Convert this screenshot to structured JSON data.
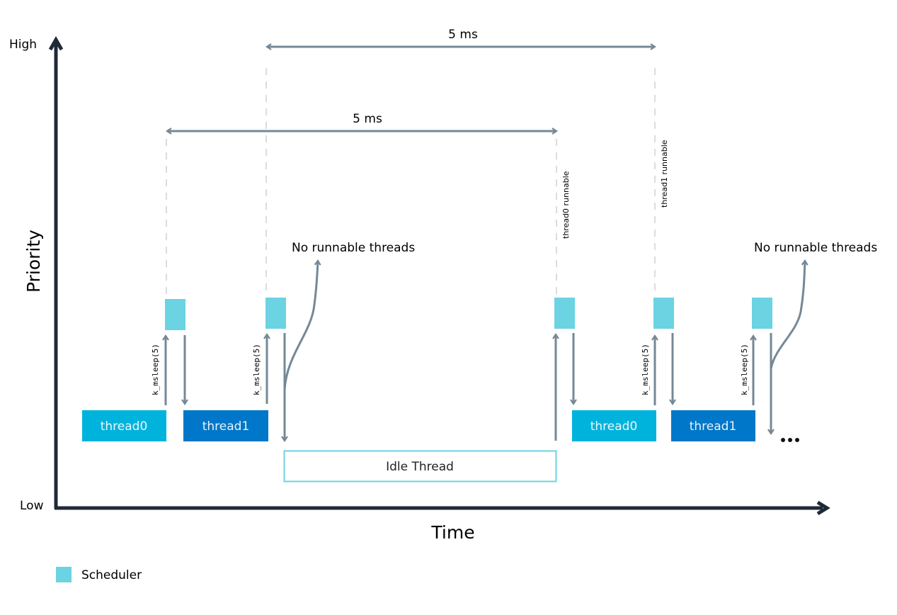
{
  "axes": {
    "y_label": "Priority",
    "y_high": "High",
    "y_low": "Low",
    "x_label": "Time"
  },
  "spans": [
    {
      "label": "5 ms"
    },
    {
      "label": "5 ms"
    }
  ],
  "annotations": {
    "thread0_runnable": "thread0 runnable",
    "thread1_runnable": "thread1 runnable",
    "no_runnable_1": "No runnable threads",
    "no_runnable_2": "No runnable threads",
    "ksleep_label": "k_msleep(5)",
    "ellipsis": "•••"
  },
  "threads": [
    {
      "label": "thread0"
    },
    {
      "label": "thread1"
    },
    {
      "label": "Idle Thread"
    },
    {
      "label": "thread0"
    },
    {
      "label": "thread1"
    }
  ],
  "legend": {
    "scheduler": "Scheduler"
  },
  "colors": {
    "axis": "#1f2a38",
    "arrow": "#758896",
    "scheduler": "#6bd3e2",
    "thread0": "#00b3dc",
    "thread1": "#0077c8",
    "idle_border": "#6bd3e2",
    "dashed": "#dcdcdc"
  }
}
